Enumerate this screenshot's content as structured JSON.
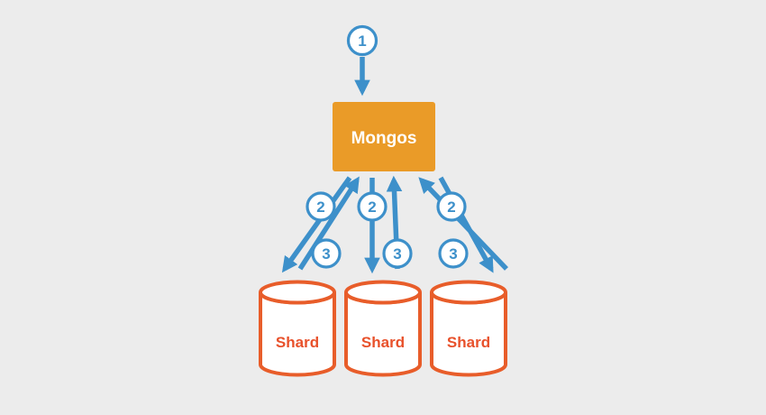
{
  "diagram": {
    "background": "#ececec",
    "colors": {
      "arrow_blue": "#3d90ca",
      "mongos_orange": "#ea9b28",
      "shard_orange": "#e85d2a"
    },
    "mongos": {
      "label": "Mongos"
    },
    "shards": [
      {
        "label": "Shard"
      },
      {
        "label": "Shard"
      },
      {
        "label": "Shard"
      }
    ],
    "steps": {
      "step1": "1",
      "step2": "2",
      "step3": "3"
    }
  }
}
